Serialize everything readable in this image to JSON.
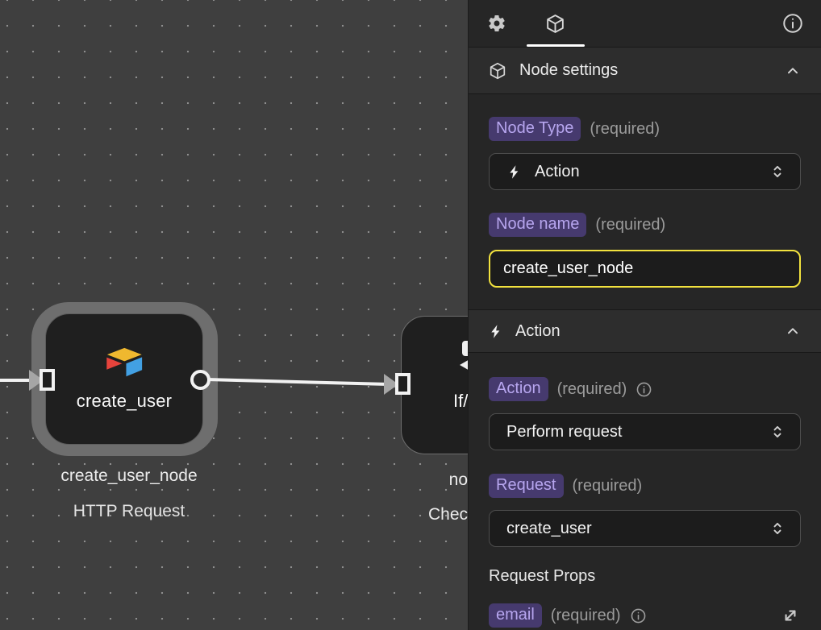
{
  "colors": {
    "accent_purple_bg": "#463A6E",
    "accent_purple_text": "#B7A6EF",
    "highlight_yellow": "#F2E23E",
    "panel_bg": "#262626",
    "canvas_bg": "#3F3F3F",
    "node_bg": "#1F1F1F",
    "wire_white": "#F2F2F2",
    "airtable_yellow": "#EFB82F",
    "airtable_red": "#E6433C",
    "airtable_blue": "#42A0E3"
  },
  "canvas": {
    "node_create_user": {
      "title": "create_user",
      "name_label": "create_user_node",
      "type_label": "HTTP Request"
    },
    "node_if": {
      "title": "If/",
      "name_label": "no",
      "type_label": "Chec"
    }
  },
  "panel": {
    "header": {
      "node_settings_title": "Node settings"
    },
    "node_type": {
      "label": "Node Type",
      "required": "(required)",
      "value": "Action"
    },
    "node_name": {
      "label": "Node name",
      "required": "(required)",
      "value": "create_user_node"
    },
    "action_section": {
      "title": "Action"
    },
    "action": {
      "label": "Action",
      "required": "(required)",
      "value": "Perform request"
    },
    "request": {
      "label": "Request",
      "required": "(required)",
      "value": "create_user"
    },
    "request_props": {
      "title": "Request Props"
    },
    "email": {
      "label": "email",
      "required": "(required)"
    }
  }
}
